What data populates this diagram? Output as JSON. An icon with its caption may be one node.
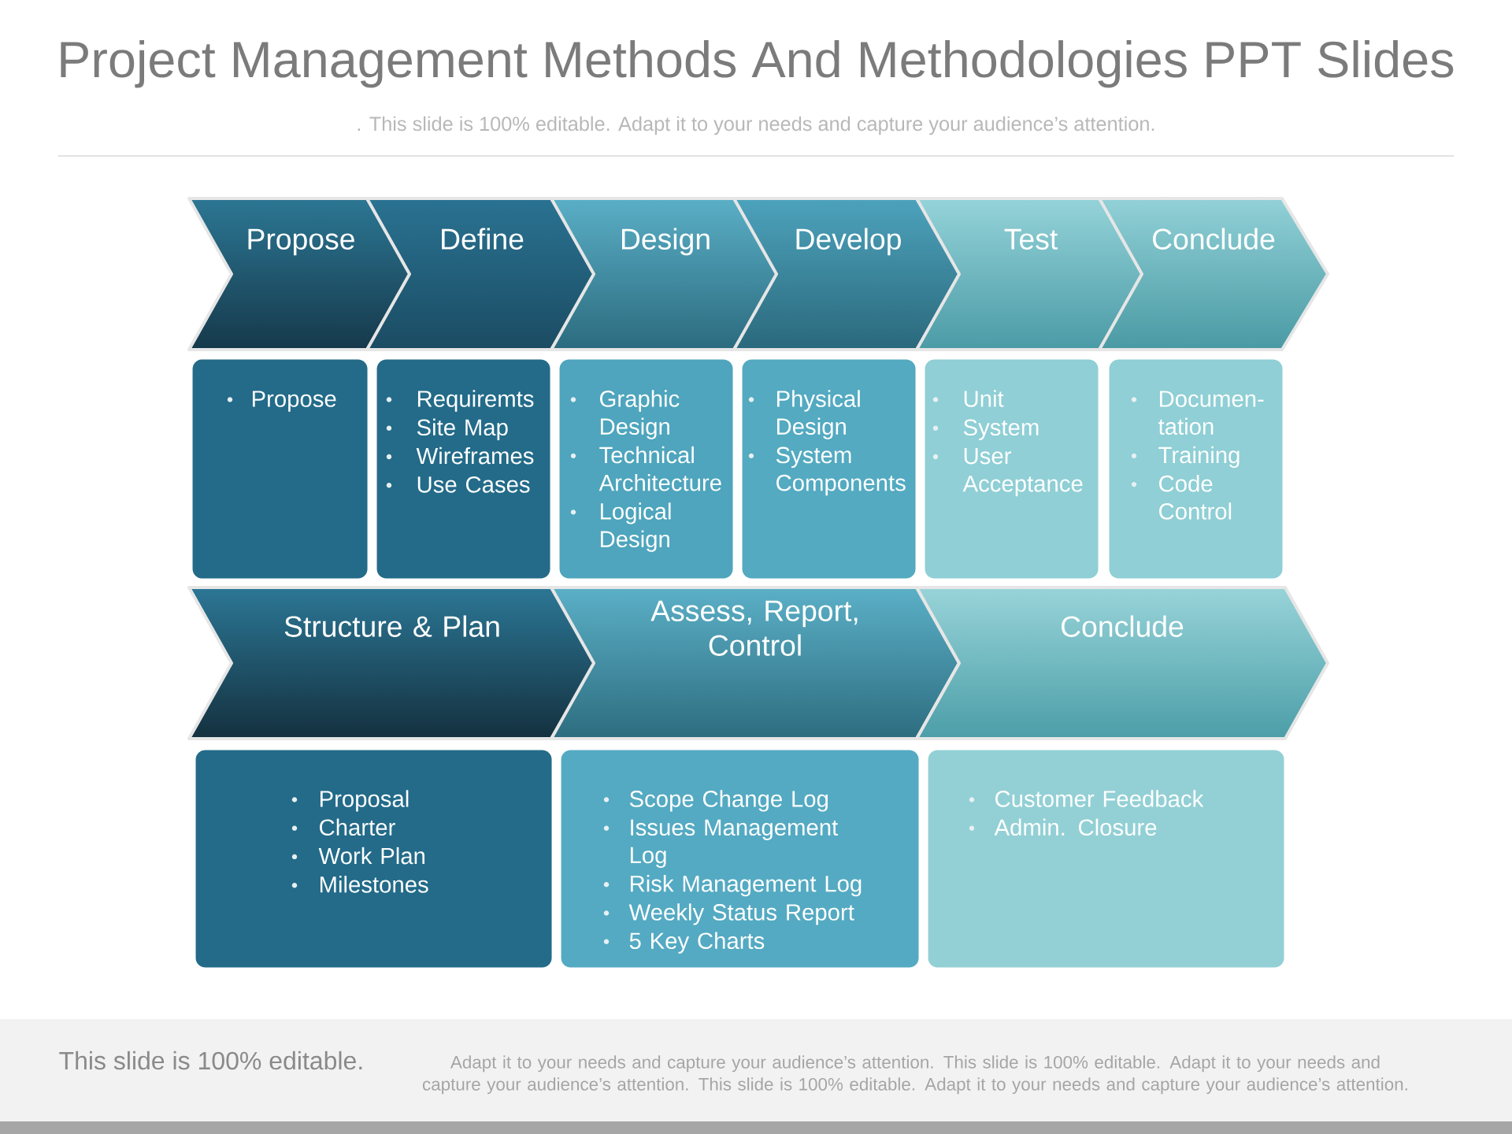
{
  "diagram": {
    "title": "Project Management Methods And Methodologies PPT Slides",
    "nodes": [
      {
        "text": [
          "Propose"
        ]
      },
      {
        "text": [
          "Define"
        ]
      },
      {
        "text": [
          "Design"
        ]
      },
      {
        "text": [
          "Develop"
        ]
      },
      {
        "text": [
          "Test"
        ]
      },
      {
        "text": [
          "Conclude"
        ]
      },
      {
        "text": [
          "Propose"
        ]
      },
      {
        "text": [
          "Requiremts",
          "Site Map",
          "Wireframes",
          "Use Cases"
        ]
      },
      {
        "text": [
          "Graphic Design",
          "Technical Architecture",
          "Logical Design"
        ]
      },
      {
        "text": [
          "Physical Design",
          "System Components"
        ]
      },
      {
        "text": [
          "Unit",
          "System",
          "User Acceptance"
        ]
      },
      {
        "text": [
          "Documen- tation",
          "Training",
          "Code Control"
        ]
      },
      {
        "text": [
          "Structure & Plan"
        ]
      },
      {
        "text": [
          "Assess, Report, Control"
        ]
      },
      {
        "text": [
          "Conclude"
        ]
      },
      {
        "text": [
          "Proposal",
          "Charter",
          "Work Plan",
          "Milestones"
        ]
      },
      {
        "text": [
          "Scope Change Log",
          "Issues Management Log",
          "Risk Management Log",
          "Weekly Status Report",
          "5 Key Charts"
        ]
      },
      {
        "text": [
          "Customer Feedback",
          "Admin. Closure"
        ]
      }
    ],
    "labels": [
      ". This slide is 100% editable. Adapt it to your needs and capture your audience’s attention.",
      "This slide is 100% editable.",
      "Adapt it to your needs and capture your audience’s attention. This slide is 100% editable. Adapt it to your needs and capture your audience’s attention. This slide is 100% editable. Adapt it to your needs and capture your audience’s attention."
    ]
  }
}
